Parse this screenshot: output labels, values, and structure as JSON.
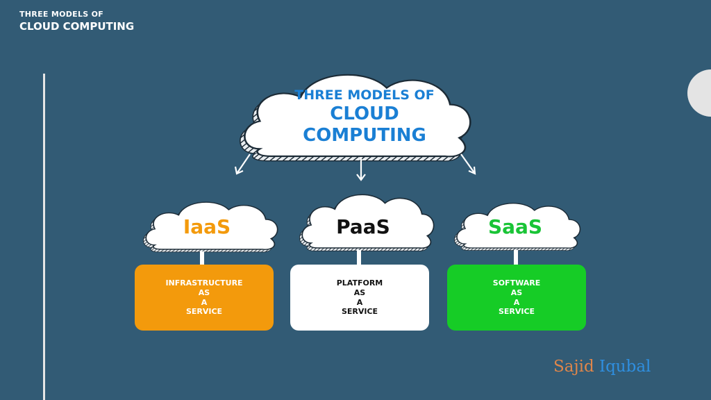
{
  "header": {
    "line1": "THREE MODELS OF",
    "line2": "CLOUD COMPUTING"
  },
  "main_cloud": {
    "line1": "THREE MODELS OF",
    "line2": "CLOUD",
    "line3": "COMPUTING"
  },
  "models": [
    {
      "title": "IaaS",
      "title_color": "#f39a0c",
      "box_color": "#f39a0c",
      "text_color": "#ffffff",
      "lines": [
        "INFRASTRUCTURE",
        "AS",
        "A",
        "SERVICE"
      ]
    },
    {
      "title": "PaaS",
      "title_color": "#111111",
      "box_color": "#ffffff",
      "text_color": "#111111",
      "lines": [
        "PLATFORM",
        "AS",
        "A",
        "SERVICE"
      ]
    },
    {
      "title": "SaaS",
      "title_color": "#19c436",
      "box_color": "#16cc26",
      "text_color": "#ffffff",
      "lines": [
        "SOFTWARE",
        "AS",
        "A",
        "SERVICE"
      ]
    }
  ],
  "signature": {
    "first": "Sajid",
    "last": "Iqubal",
    "first_color": "#e0864a",
    "last_color": "#2f8fe0"
  },
  "colors": {
    "background": "#325b75",
    "main_text": "#1a7fd4",
    "cloud_fill": "#ffffff",
    "cloud_outline": "#1c2b36"
  }
}
